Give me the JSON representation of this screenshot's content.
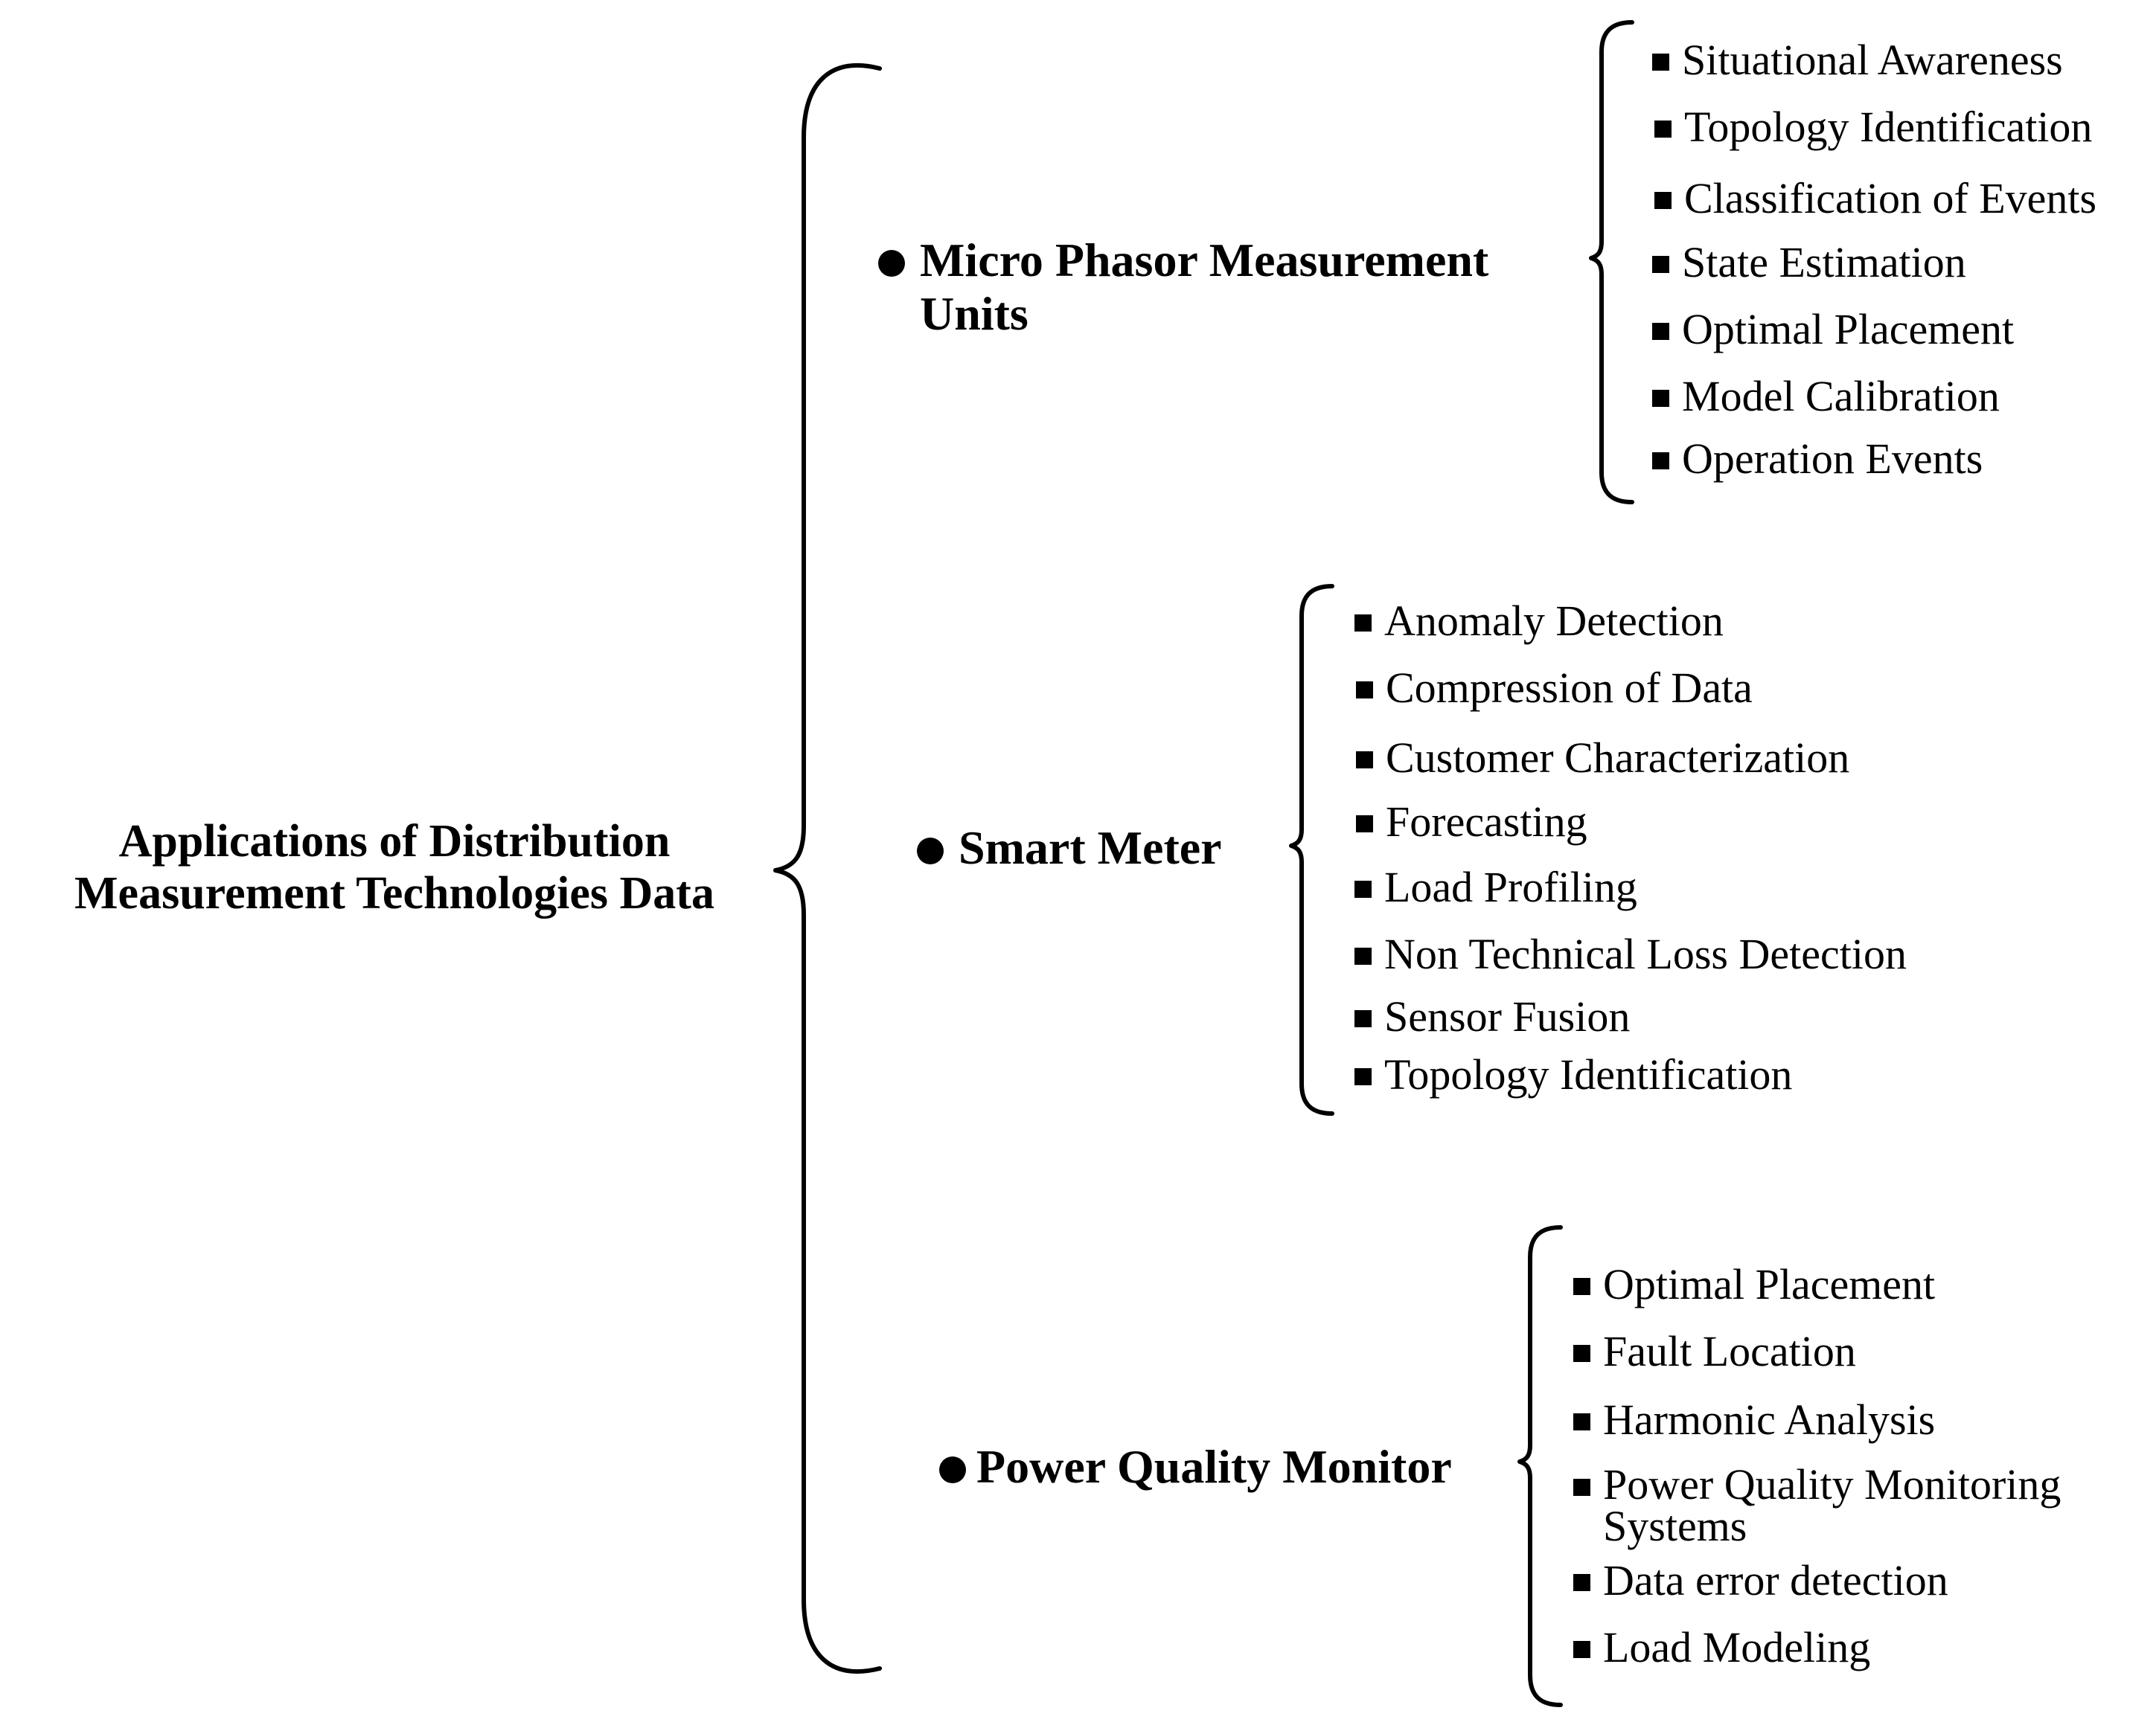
{
  "root": {
    "title_line1": "Applications of Distribution",
    "title_line2": "Measurement Technologies Data"
  },
  "categories": [
    {
      "label_line1": "Micro Phasor Measurement",
      "label_line2": "Units",
      "items": [
        "Situational Awareness",
        "Topology Identification",
        "Classification of Events",
        "State Estimation",
        "Optimal Placement",
        "Model Calibration",
        "Operation Events"
      ]
    },
    {
      "label_line1": "Smart Meter",
      "items": [
        "Anomaly Detection",
        "Compression of Data",
        "Customer Characterization",
        "Forecasting",
        "Load Profiling",
        "Non Technical Loss Detection",
        "Sensor Fusion",
        "Topology Identification"
      ]
    },
    {
      "label_line1": "Power Quality Monitor",
      "items": [
        "Optimal Placement",
        "Fault Location",
        "Harmonic Analysis",
        "Power Quality Monitoring",
        "Systems",
        "Data error detection",
        "Load Modeling"
      ]
    }
  ],
  "colors": {
    "ink": "#000000",
    "background": "#ffffff"
  },
  "icons": {
    "category_bullet": "filled-circle-icon",
    "item_bullet": "filled-square-icon"
  }
}
